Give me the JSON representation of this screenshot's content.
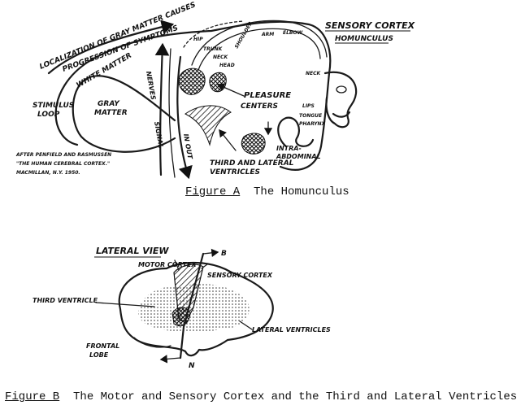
{
  "figure_a": {
    "caption_label": "Figure A",
    "caption_text": "The Homunculus",
    "labels": {
      "sensory_cortex": "SENSORY CORTEX",
      "homunculus": "HOMUNCULUS",
      "localization": "LOCALIZATION OF GRAY MATTER CAUSES",
      "progression": "PROGRESSION OF SYMPTOMS",
      "white_matter": "WHITE MATTER",
      "gray_matter_1": "GRAY",
      "gray_matter_2": "MATTER",
      "stimulus_1": "STIMULUS",
      "stimulus_2": "LOOP",
      "pleasure_1": "PLEASURE",
      "pleasure_2": "CENTERS",
      "third_lateral_1": "THIRD AND LATERAL",
      "third_lateral_2": "VENTRICLES",
      "intra_1": "INTRA-",
      "intra_2": "ABDOMINAL",
      "signal": "SIGNAL",
      "nerves": "NERVES",
      "in_out": "IN OUT",
      "hip": "HIP",
      "trunk": "TRUNK",
      "neck": "NECK",
      "head": "HEAD",
      "shoulder": "SHOULDER",
      "arm": "ARM",
      "elbow": "ELBOW",
      "neck2": "NECK",
      "lips": "LIPS",
      "tongue": "TONGUE",
      "pharynx": "PHARYNX"
    },
    "citation": [
      "AFTER PENFIELD AND RASMUSSEN",
      "\"THE HUMAN CEREBRAL CORTEX.\"",
      "MACMILLAN, N.Y. 1950."
    ]
  },
  "figure_b": {
    "caption_label": "Figure B",
    "caption_text": "The Motor and Sensory Cortex and the Third and Lateral Ventricles",
    "labels": {
      "lateral_view": "LATERAL VIEW",
      "motor_cortex": "MOTOR CORTEX",
      "sensory_cortex": "SENSORY CORTEX",
      "third_ventricle": "THIRD VENTRICLE",
      "lateral_ventricles": "LATERAL VENTRICLES",
      "frontal_1": "FRONTAL",
      "frontal_2": "LOBE",
      "marker_b": "B",
      "marker_n": "N"
    }
  },
  "colors": {
    "ink": "#1a1a1a",
    "paper": "#ffffff"
  }
}
